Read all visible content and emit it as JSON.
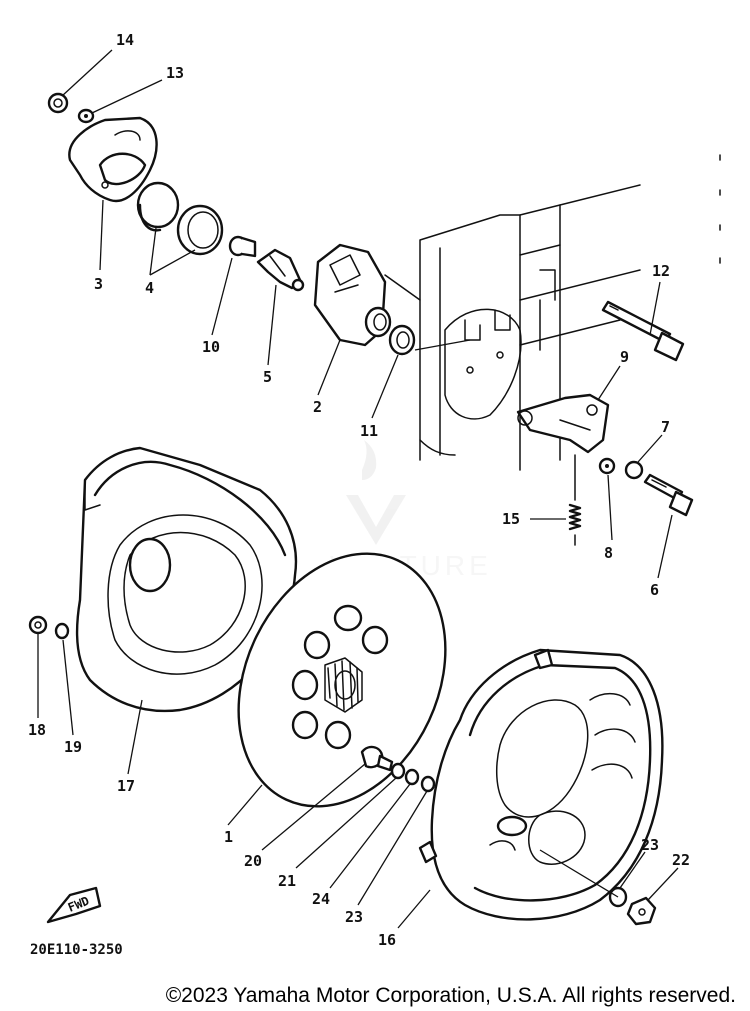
{
  "diagram": {
    "drawing_code": "20E110-3250",
    "direction_marker": "FWD",
    "watermark": "VENTURE",
    "callouts": [
      {
        "id": "c1",
        "label": "1"
      },
      {
        "id": "c2",
        "label": "2"
      },
      {
        "id": "c3",
        "label": "3"
      },
      {
        "id": "c4",
        "label": "4"
      },
      {
        "id": "c5",
        "label": "5"
      },
      {
        "id": "c6",
        "label": "6"
      },
      {
        "id": "c7",
        "label": "7"
      },
      {
        "id": "c8",
        "label": "8"
      },
      {
        "id": "c9",
        "label": "9"
      },
      {
        "id": "c10",
        "label": "10"
      },
      {
        "id": "c11",
        "label": "11"
      },
      {
        "id": "c12",
        "label": "12"
      },
      {
        "id": "c13",
        "label": "13"
      },
      {
        "id": "c14",
        "label": "14"
      },
      {
        "id": "c15",
        "label": "15"
      },
      {
        "id": "c16",
        "label": "16"
      },
      {
        "id": "c17",
        "label": "17"
      },
      {
        "id": "c18",
        "label": "18"
      },
      {
        "id": "c19",
        "label": "19"
      },
      {
        "id": "c20",
        "label": "20"
      },
      {
        "id": "c21",
        "label": "21"
      },
      {
        "id": "c22",
        "label": "22"
      },
      {
        "id": "c23a",
        "label": "23"
      },
      {
        "id": "c23b",
        "label": "23"
      },
      {
        "id": "c24",
        "label": "24"
      }
    ]
  },
  "footer": {
    "copyright": "©2023 Yamaha Motor Corporation, U.S.A. All rights reserved."
  }
}
